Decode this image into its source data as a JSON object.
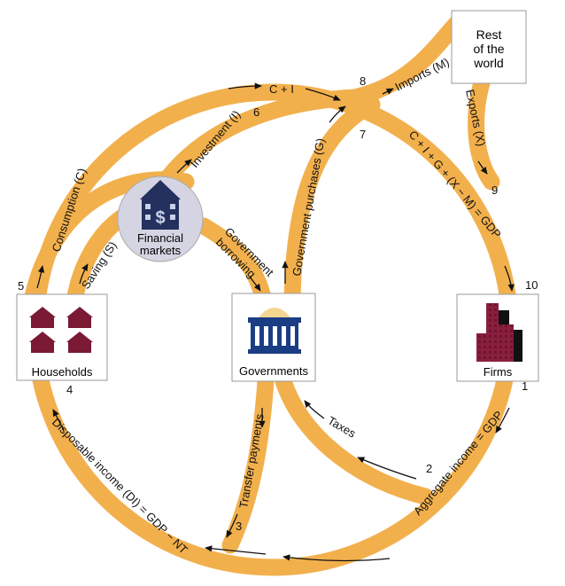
{
  "colors": {
    "flow": "#f2b04d",
    "building": "#7a1a35",
    "bank": "#24305e"
  },
  "nodes": {
    "households": "Households",
    "governments": "Governments",
    "firms": "Firms",
    "financial_markets": [
      "Financial",
      "markets"
    ],
    "rest_of_world": [
      "Rest",
      "of the",
      "world"
    ]
  },
  "flows": {
    "consumption": "Consumption (C)",
    "saving": "Saving (S)",
    "investment": "Investment (I)",
    "c_plus_i": "C + I",
    "government_purchases": "Government purchases (G)",
    "imports": "Imports (M)",
    "exports": "Exports (X)",
    "gdp_expenditure": "C + I + G + (X − M) = GDP",
    "government_borrowing": [
      "Government",
      "borrowing"
    ],
    "transfer_payments": "Transfer payments",
    "taxes": "Taxes",
    "aggregate_income": "Aggregate income = GDP",
    "disposable_income": "Disposable income (DI) = GDP − NT"
  },
  "numbers": [
    "1",
    "2",
    "3",
    "4",
    "5",
    "6",
    "7",
    "8",
    "9",
    "10"
  ]
}
